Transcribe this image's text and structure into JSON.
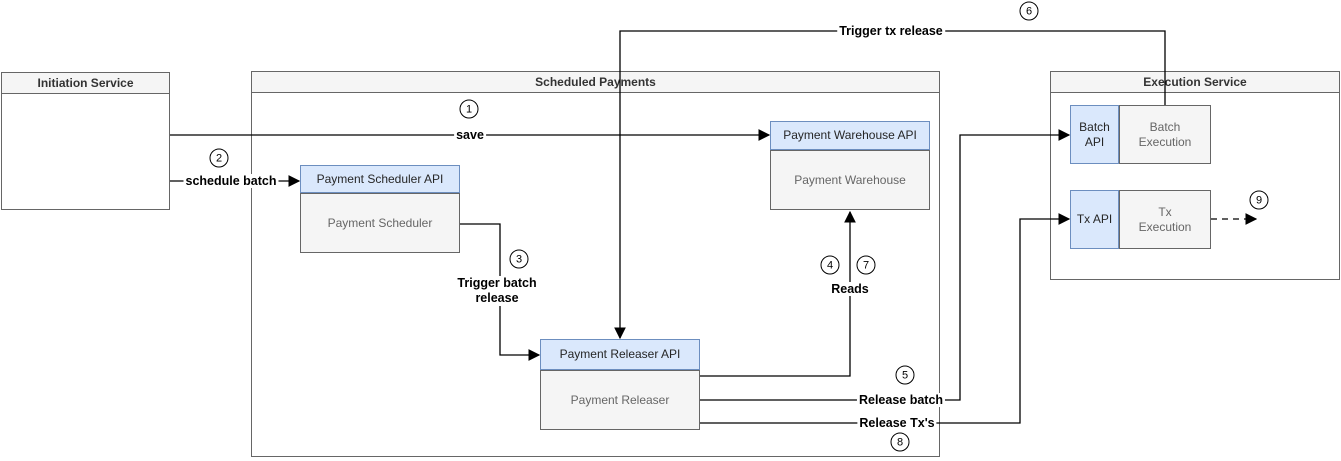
{
  "diagram": {
    "containers": {
      "initiation": {
        "title": "Initiation Service"
      },
      "scheduled": {
        "title": "Scheduled Payments"
      },
      "execution": {
        "title": "Execution Service"
      }
    },
    "nodes": {
      "scheduler": {
        "api": "Payment Scheduler API",
        "impl": "Payment Scheduler"
      },
      "warehouse": {
        "api": "Payment Warehouse API",
        "impl": "Payment Warehouse"
      },
      "releaser": {
        "api": "Payment Releaser API",
        "impl": "Payment Releaser"
      },
      "batch": {
        "api": "Batch API",
        "impl": "Batch Execution"
      },
      "tx": {
        "api": "Tx API",
        "impl": "Tx Execution"
      }
    },
    "edges": {
      "save": {
        "label": "save",
        "step": "1"
      },
      "schedule_batch": {
        "label": "schedule batch",
        "step": "2"
      },
      "trigger_batch_release": {
        "label": "Trigger batch release",
        "step": "3"
      },
      "reads": {
        "label": "Reads",
        "steps": [
          "4",
          "7"
        ]
      },
      "release_batch": {
        "label": "Release batch",
        "step": "5"
      },
      "trigger_tx_release": {
        "label": "Trigger tx release",
        "step": "6"
      },
      "release_txs": {
        "label": "Release Tx's",
        "step": "8"
      },
      "tx_out": {
        "step": "9"
      }
    },
    "colors": {
      "api_fill": "#dae8fc",
      "api_border": "#6c8ebf",
      "impl_fill": "#f5f5f5",
      "impl_border": "#666666",
      "container_header_fill": "#f5f5f5",
      "container_border": "#666666",
      "connector": "#000000"
    }
  }
}
